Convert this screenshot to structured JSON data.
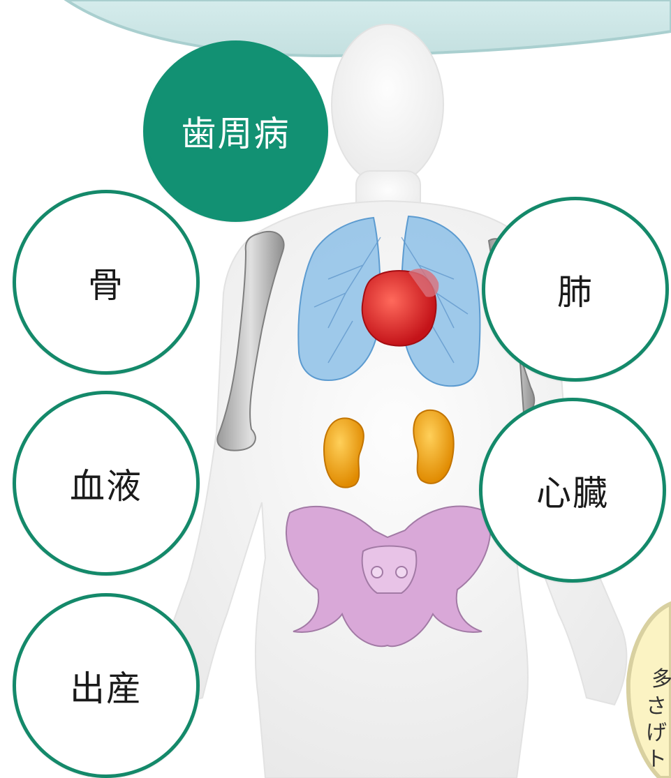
{
  "central": "歯周病",
  "nodes": {
    "bone": "骨",
    "blood": "血液",
    "birth": "出産",
    "lung": "肺",
    "heart": "心臓"
  },
  "partial_text": [
    "多",
    "さ",
    "げ",
    "ト"
  ],
  "colors": {
    "accent": "#129173",
    "ring": "#14896a",
    "banner": "#cfe8e8",
    "lungs": "#7fb5e0",
    "heart_organ": "#d8262a",
    "kidneys": "#f2a21a",
    "pelvis": "#d9a8d8",
    "bone_gray": "#b8b8b8",
    "callout_bg": "#fbf3c3"
  }
}
